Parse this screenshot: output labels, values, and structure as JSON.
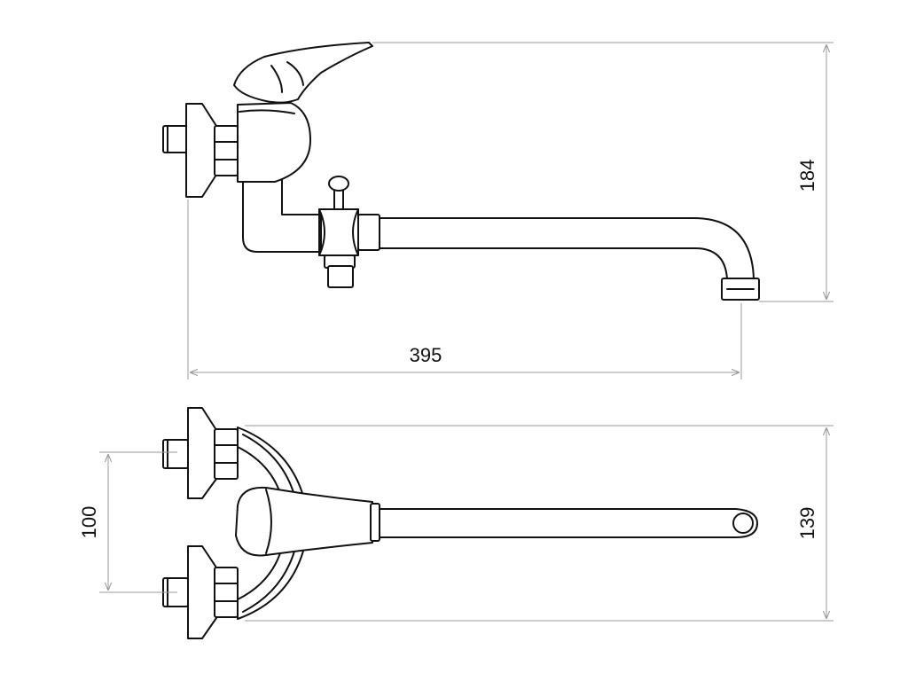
{
  "dimensions": {
    "width_total": "395",
    "height_side": "184",
    "inlet_spacing": "100",
    "depth_top": "139"
  }
}
